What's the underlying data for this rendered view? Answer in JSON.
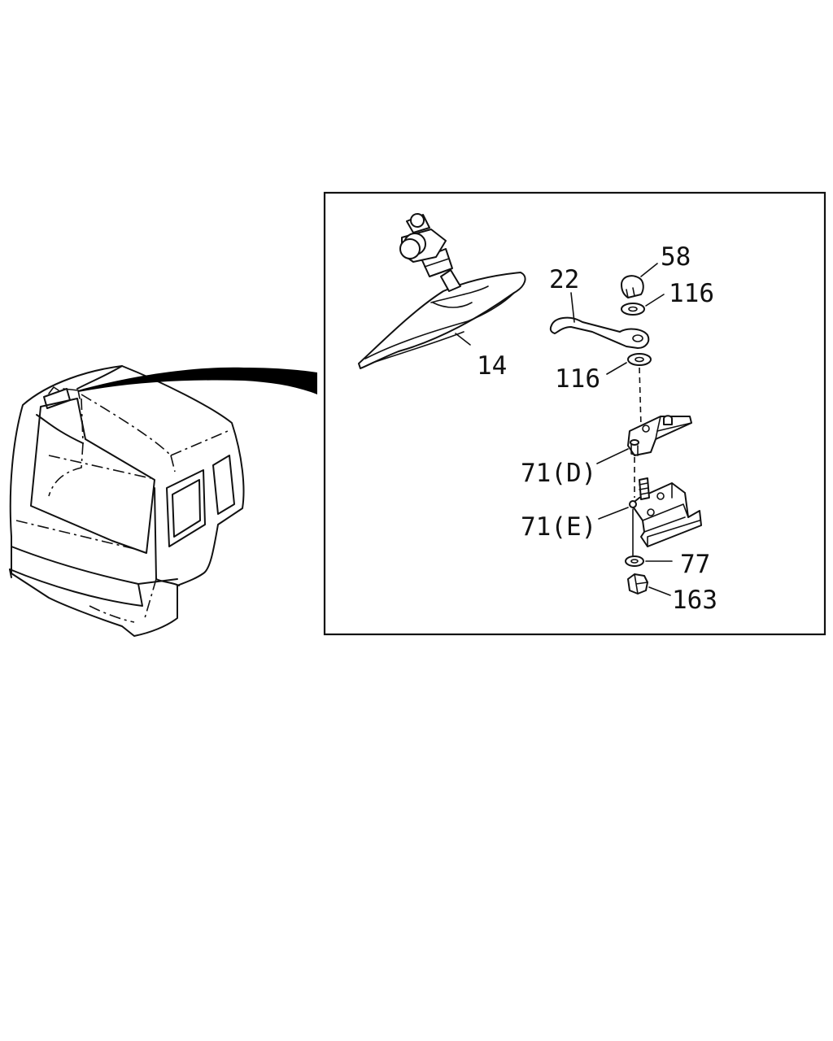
{
  "labels": {
    "mirror": "14",
    "stay": "22",
    "cap_nut": "58",
    "washer_top": "116",
    "washer_lower": "116",
    "bracket_d": "71(D)",
    "bracket_e": "71(E)",
    "washer_77": "77",
    "nut_163": "163"
  }
}
